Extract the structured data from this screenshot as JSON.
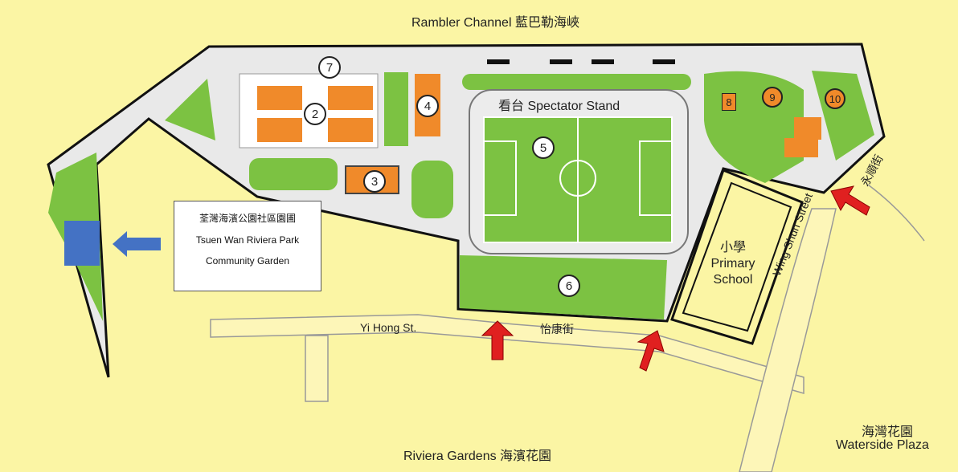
{
  "labels": {
    "north": "Rambler Channel 藍巴勒海峽",
    "south": "Riviera Gardens 海濱花園",
    "southeast_zh": "海灣花園",
    "southeast_en": "Waterside Plaza",
    "yi_hong_en": "Yi Hong St.",
    "yi_hong_zh": "怡康街",
    "wing_shun_en": "Wing Shun Street",
    "wing_shun_zh": "永順街",
    "stand": "看台  Spectator Stand",
    "school_zh": "小學",
    "school_en1": "Primary",
    "school_en2": "School"
  },
  "legend": {
    "line1": "荃灣海濱公園社區園圃",
    "line2": "Tsuen Wan Riviera Park",
    "line3": "Community Garden"
  },
  "markers": [
    "2",
    "3",
    "4",
    "5",
    "6",
    "7",
    "8",
    "9",
    "10"
  ],
  "colors": {
    "background": "#fbf5a4",
    "grass": "#7cc242",
    "facility": "#f08a2a",
    "paved": "#e9e9e9",
    "garden_highlight": "#4472c4",
    "access_arrow": "#e02020"
  }
}
